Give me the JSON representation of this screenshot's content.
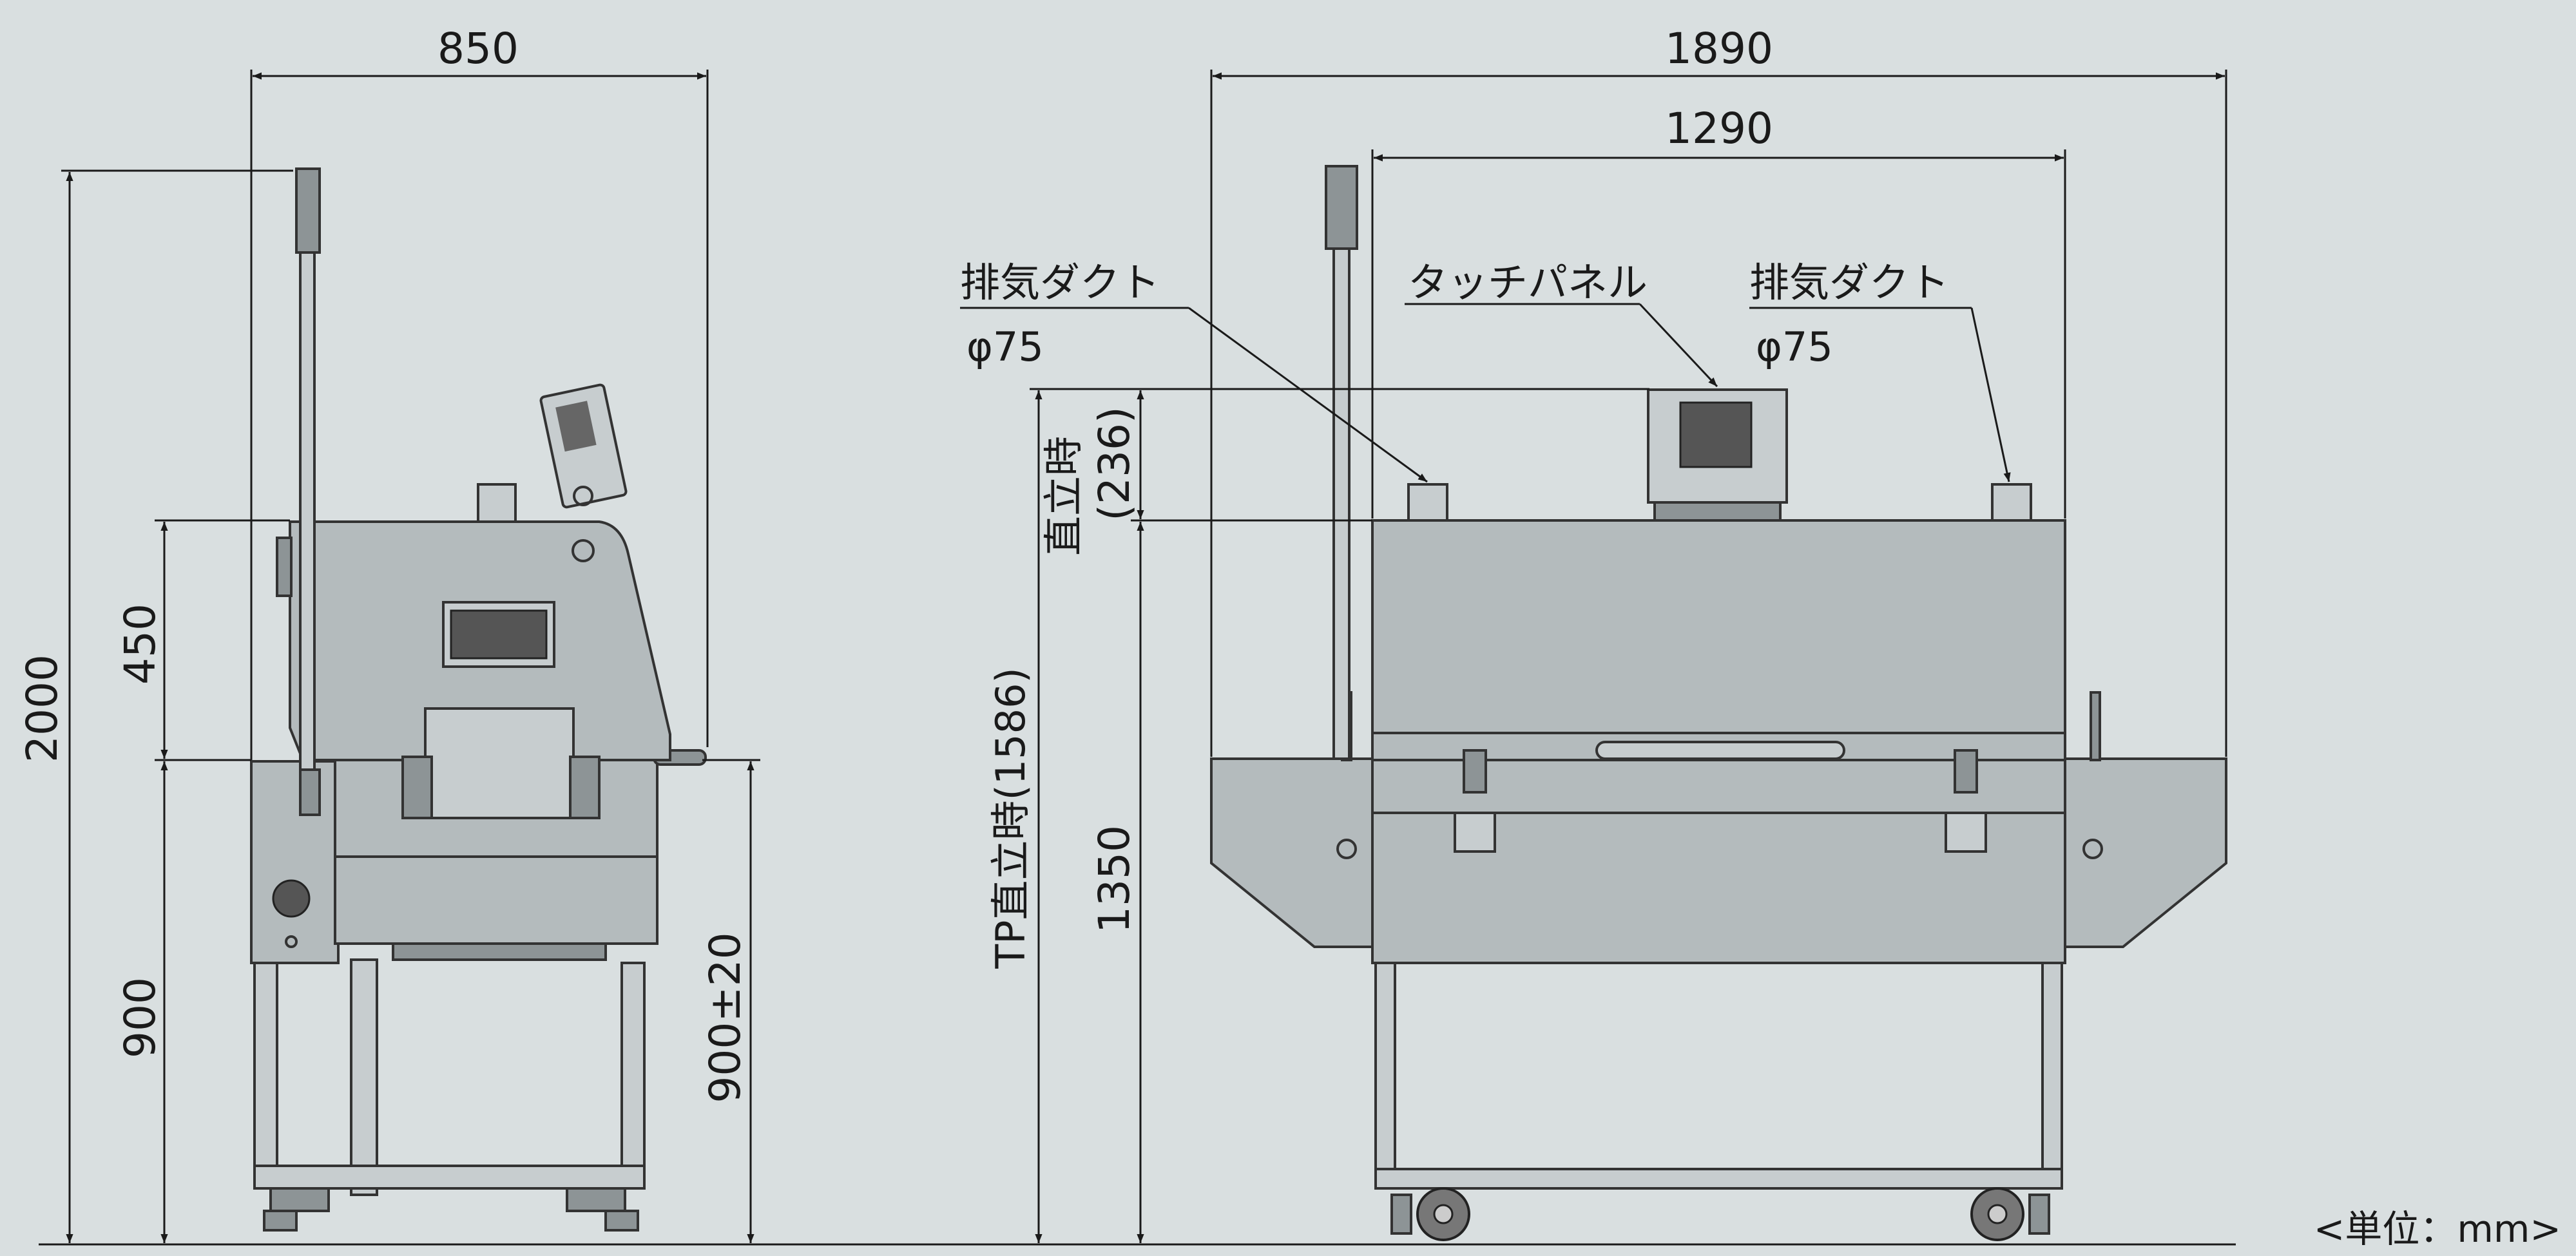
{
  "dimensions": {
    "side_width": "850",
    "overall_length": "1890",
    "body_length": "1290",
    "total_height": "2000",
    "upper_height": "450",
    "lower_height": "900",
    "conveyor_height": "900±20",
    "tp_panel_height": "(236)",
    "conveyor_top_height": "1350"
  },
  "labels": {
    "exhaust_left": "排気ダクト",
    "exhaust_left_dia": "φ75",
    "touch_panel": "タッチパネル",
    "exhaust_right": "排気ダクト",
    "exhaust_right_dia": "φ75",
    "tp_upright": "直立時",
    "tp_upright_total": "TP直立時(1586)"
  },
  "unit_note": "<単位：mm>",
  "colors": {
    "background": "#d9dfe0",
    "machine_body": "#b4bbbd",
    "dimension_lines": "#1a1a1a"
  }
}
